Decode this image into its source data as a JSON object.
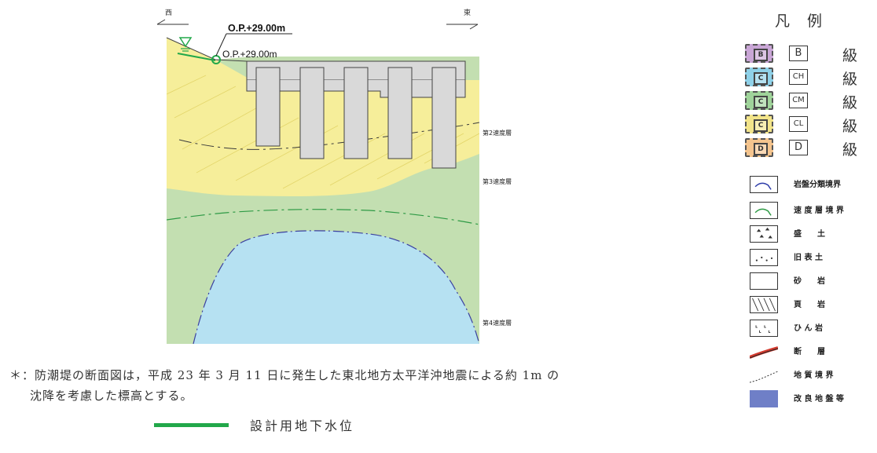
{
  "section": {
    "direction_west": "西",
    "direction_east": "東",
    "elevation_bold": "O.P.+29.00m",
    "elevation_plain": "O.P.+29.00m",
    "velocity_layers": [
      "第2速度層",
      "第3速度層",
      "第4速度層"
    ]
  },
  "note": {
    "line1": "＊：防潮堤の断面図は，平成 23 年 3 月 11 日に発生した東北地方太平洋沖地震による約 1m の",
    "line2": "沈降を考慮した標高とする。"
  },
  "groundwater": {
    "label": "設計用地下水位",
    "color": "#22a84a"
  },
  "legend": {
    "title": "凡例",
    "grades": [
      {
        "letter": "B",
        "grade": "B",
        "word": "級",
        "color": "#c9a6d6"
      },
      {
        "letter": "C",
        "grade": "CH",
        "word": "級",
        "color": "#8fd1e8"
      },
      {
        "letter": "C",
        "grade": "CM",
        "word": "級",
        "color": "#9fd39a"
      },
      {
        "letter": "C",
        "grade": "CL",
        "word": "級",
        "color": "#f2e48a"
      },
      {
        "letter": "D",
        "grade": "D",
        "word": "級",
        "color": "#f4c48e"
      }
    ],
    "items": [
      {
        "icon": "rock-class-boundary-icon",
        "label": "岩盤分類境界"
      },
      {
        "icon": "velocity-layer-boundary-icon",
        "label": "速 度 層 境 界"
      },
      {
        "icon": "fill-soil-icon",
        "label": "盛　　土"
      },
      {
        "icon": "old-topsoil-icon",
        "label": "旧 表 土"
      },
      {
        "icon": "sandstone-icon",
        "label": "砂　　岩"
      },
      {
        "icon": "shale-icon",
        "label": "頁　　岩"
      },
      {
        "icon": "porphyrite-icon",
        "label": "ひ ん 岩"
      },
      {
        "icon": "fault-icon",
        "label": "断　　層"
      },
      {
        "icon": "geologic-boundary-icon",
        "label": "地 質 境 界"
      },
      {
        "icon": "improved-ground-icon",
        "label": "改 良 地 盤 等"
      }
    ]
  },
  "colors": {
    "cl_yellow": "#f6ee9a",
    "cm_green": "#c3dfb1",
    "ch_blue": "#b6e1f2",
    "pile_gray": "#d9d9d9",
    "improved_blue": "#6f7fc7",
    "fault_red": "#d23a2e"
  }
}
